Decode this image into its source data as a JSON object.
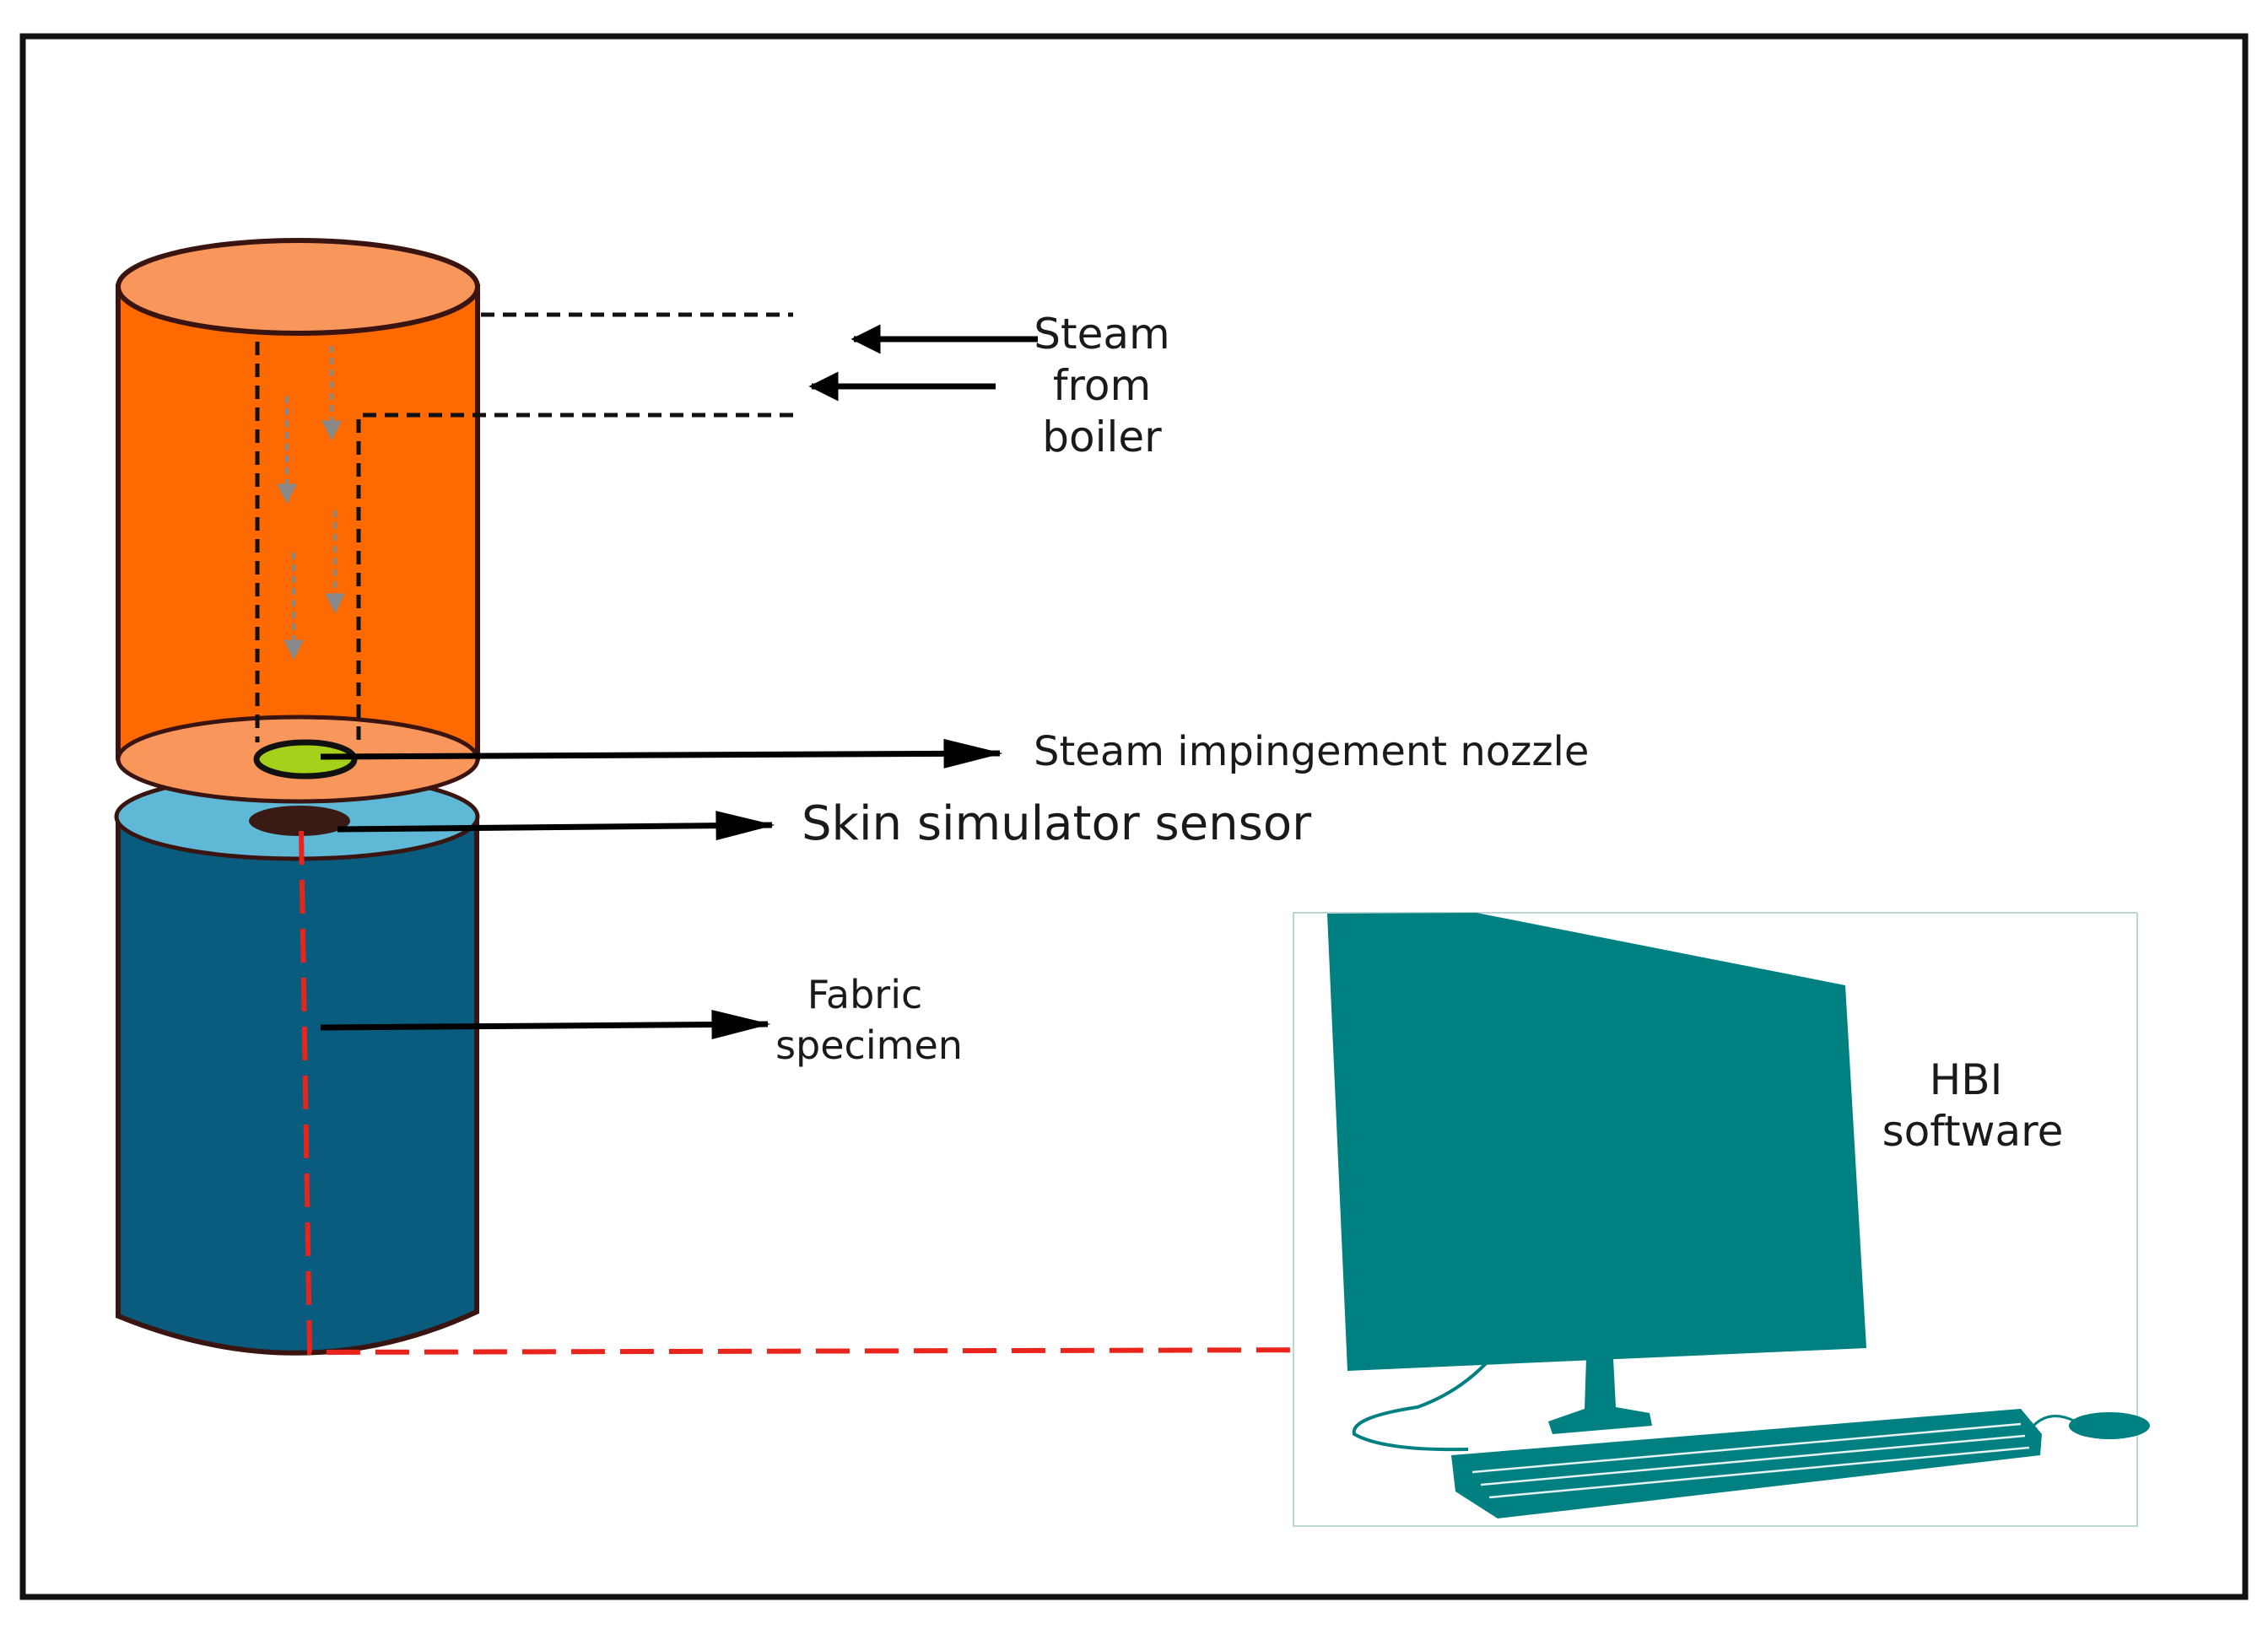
{
  "labels": {
    "steam_line1": "Steam",
    "steam_line2": "from",
    "steam_line3": "boiler",
    "nozzle": "Steam impingement nozzle",
    "sensor": "Skin simulator  sensor",
    "fabric_line1": "Fabric",
    "fabric_line2": "specimen",
    "software_line1": "HBI",
    "software_line2": "software"
  },
  "colors": {
    "upper_cylinder": "#ff6a00",
    "upper_cylinder_top": "#f9965c",
    "nozzle": "#a6d11a",
    "sensor_top": "#5fb8d6",
    "lower_cylinder": "#0a5c7f",
    "computer": "#008080",
    "signal_line": "#e8241c"
  },
  "icons": {
    "computer": "desktop-computer-icon"
  }
}
